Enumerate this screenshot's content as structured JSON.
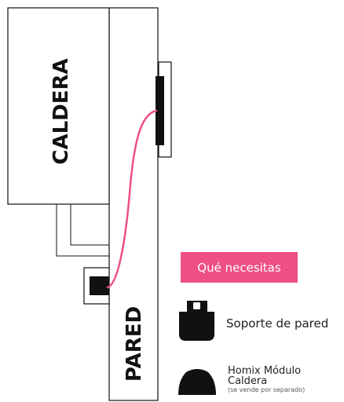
{
  "diagram": {
    "boiler_label": "CALDERA",
    "wall_label": "PARED"
  },
  "panel": {
    "title": "Qué necesitas",
    "items": [
      {
        "icon": "wall-bracket-icon",
        "label": "Soporte de pared"
      },
      {
        "icon": "boiler-module-icon",
        "label_line1": "Homix Módulo",
        "label_line2": "Caldera",
        "note": "(se vende por separado)"
      }
    ]
  },
  "colors": {
    "accent": "#ee4f86",
    "cable": "#ee4f86",
    "outline": "#111111",
    "device": "#111111"
  }
}
